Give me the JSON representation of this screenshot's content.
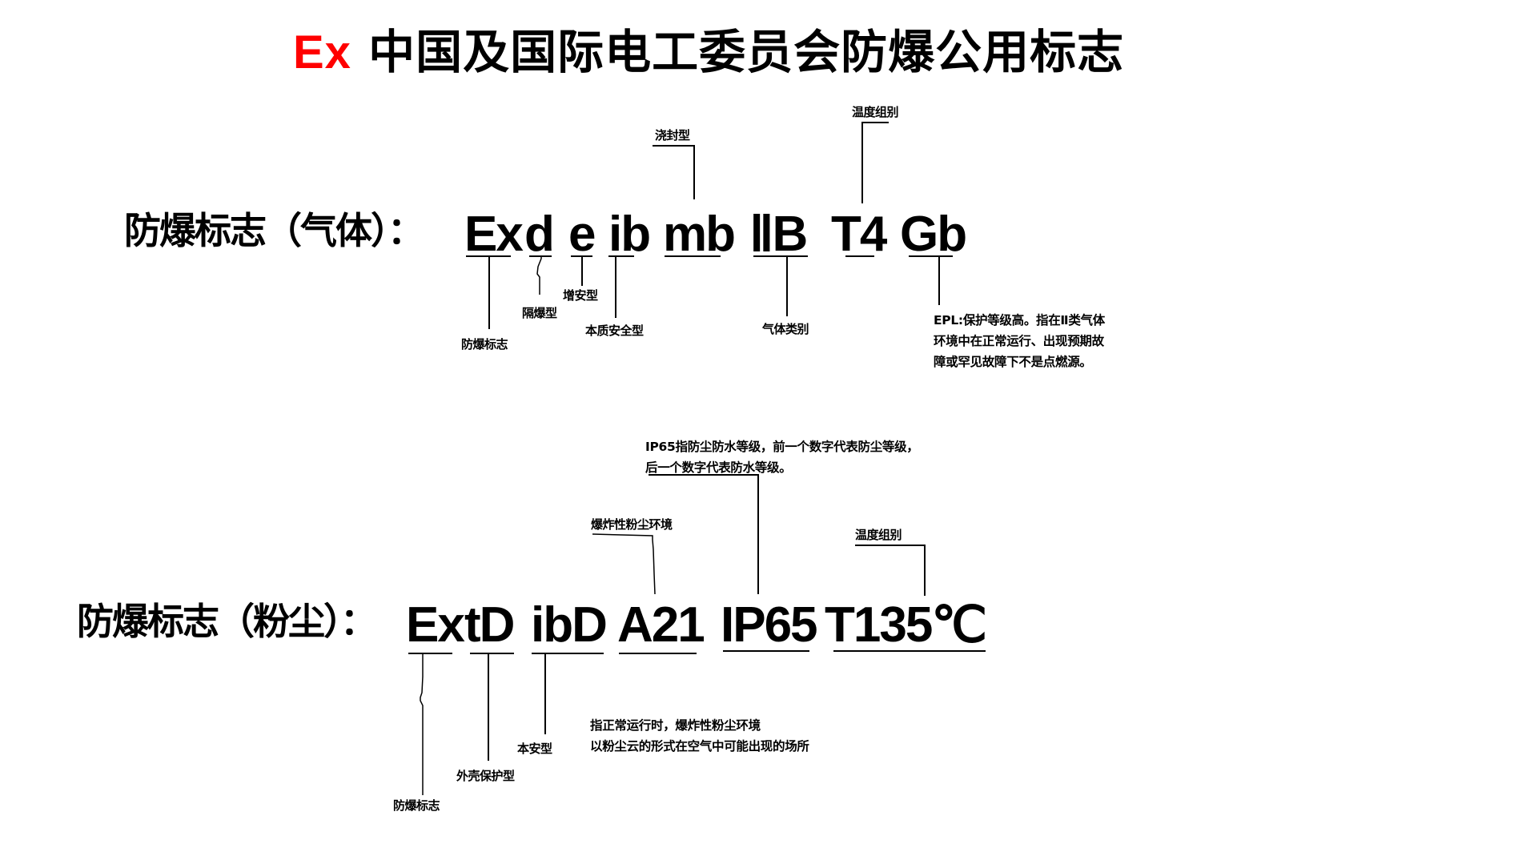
{
  "title": {
    "prefix": "Ex",
    "prefix_color": "#ff0000",
    "text": "中国及国际电工委员会防爆公用标志"
  },
  "gas": {
    "label": "防爆标志（气体）：",
    "tokens": [
      {
        "text": "Ex",
        "meaning": "防爆标志"
      },
      {
        "text": "d",
        "meaning": "隔爆型"
      },
      {
        "text": "e",
        "meaning": "增安型"
      },
      {
        "text": "ib",
        "meaning": "本质安全型"
      },
      {
        "text": "mb",
        "meaning": "浇封型"
      },
      {
        "text": "ⅡB",
        "meaning": "气体类别"
      },
      {
        "text": "T4",
        "meaning": "温度组别"
      },
      {
        "text": "Gb",
        "meaning": "EPL"
      }
    ],
    "callouts": {
      "ex": "防爆标志",
      "d": "隔爆型",
      "e": "增安型",
      "ib": "本质安全型",
      "mb": "浇封型",
      "group": "气体类别",
      "temp": "温度组别",
      "epl_lines": [
        "EPL:保护等级高。指在Ⅱ类气体",
        "环境中在正常运行、出现预期故",
        "障或罕见故障下不是点燃源。"
      ]
    }
  },
  "dust": {
    "label": "防爆标志（粉尘）：",
    "tokens": [
      {
        "text": "Ex",
        "meaning": "防爆标志"
      },
      {
        "text": "tD",
        "meaning": "外壳保护型"
      },
      {
        "text": "ibD",
        "meaning": "本安型"
      },
      {
        "text": "A21",
        "meaning": "爆炸性粉尘环境"
      },
      {
        "text": "IP65",
        "meaning": "防尘防水等级"
      },
      {
        "text": "T135℃",
        "meaning": "温度组别"
      }
    ],
    "callouts": {
      "ex": "防爆标志",
      "td": "外壳保护型",
      "ibd": "本安型",
      "a21": "爆炸性粉尘环境",
      "temp": "温度组别",
      "ip_lines": [
        "IP65指防尘防水等级，前一个数字代表防尘等级，",
        "后一个数字代表防水等级。"
      ],
      "zone_lines": [
        "指正常运行时，爆炸性粉尘环境",
        "以粉尘云的形式在空气中可能出现的场所"
      ]
    }
  }
}
